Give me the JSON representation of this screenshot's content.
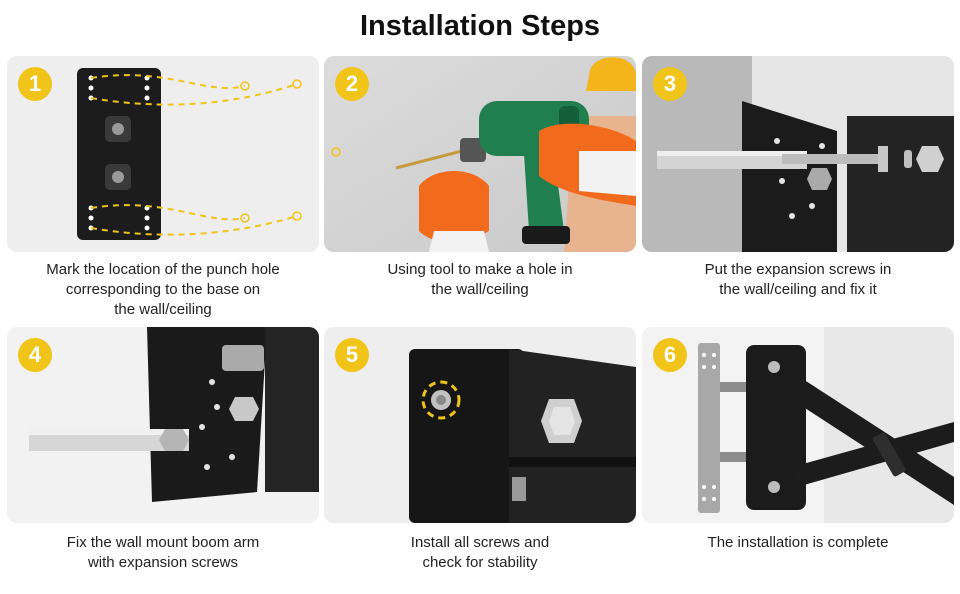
{
  "page": {
    "title": "Installation Steps",
    "accent_color": "#f0c419"
  },
  "steps": [
    {
      "number": "1",
      "icon": "mounting-plate-marking-icon",
      "caption_lines": [
        "Mark the location of the punch hole",
        "corresponding to the base on",
        "the wall/ceiling"
      ]
    },
    {
      "number": "2",
      "icon": "power-drill-icon",
      "caption_lines": [
        "Using tool to make a hole in",
        "the wall/ceiling"
      ]
    },
    {
      "number": "3",
      "icon": "expansion-screw-icon",
      "caption_lines": [
        "Put the expansion screws in",
        "the wall/ceiling and fix it"
      ]
    },
    {
      "number": "4",
      "icon": "boom-arm-bracket-icon",
      "caption_lines": [
        "Fix the wall mount boom arm",
        "with expansion screws"
      ]
    },
    {
      "number": "5",
      "icon": "bolt-closeup-icon",
      "caption_lines": [
        "Install all screws and",
        "check for stability"
      ]
    },
    {
      "number": "6",
      "icon": "completed-mount-icon",
      "caption_lines": [
        "The installation is complete"
      ]
    }
  ]
}
